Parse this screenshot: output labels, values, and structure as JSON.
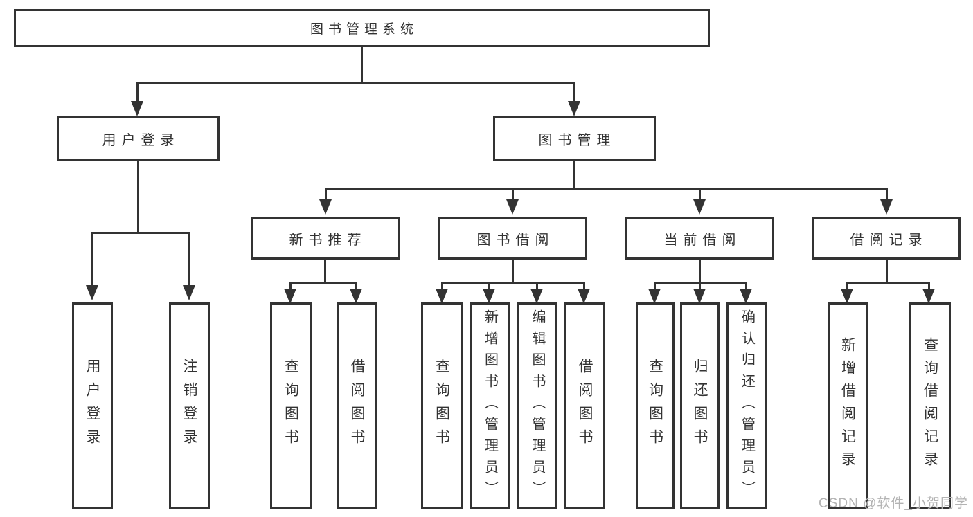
{
  "diagram": {
    "tree": {
      "label": "图书管理系统",
      "children": [
        {
          "label": "用户登录",
          "children": [
            {
              "label": "用户登录"
            },
            {
              "label": "注销登录"
            }
          ]
        },
        {
          "label": "图书管理",
          "children": [
            {
              "label": "新书推荐",
              "children": [
                {
                  "label": "查询图书"
                },
                {
                  "label": "借阅图书"
                }
              ]
            },
            {
              "label": "图书借阅",
              "children": [
                {
                  "label": "查询图书"
                },
                {
                  "label": "新增图书（管理员）"
                },
                {
                  "label": "编辑图书（管理员）"
                },
                {
                  "label": "借阅图书"
                }
              ]
            },
            {
              "label": "当前借阅",
              "children": [
                {
                  "label": "查询图书"
                },
                {
                  "label": "归还图书"
                },
                {
                  "label": "确认归还（管理员）"
                }
              ]
            },
            {
              "label": "借阅记录",
              "children": [
                {
                  "label": "新增借阅记录"
                },
                {
                  "label": "查询借阅记录"
                }
              ]
            }
          ]
        }
      ]
    },
    "colors": {
      "line": "#333333",
      "background": "#ffffff",
      "watermark": "#b3b3b3"
    },
    "watermark": "CSDN @软件_小贺同学"
  }
}
